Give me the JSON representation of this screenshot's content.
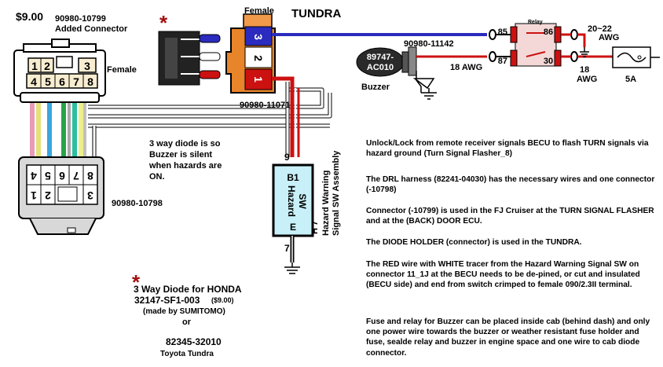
{
  "price": "$9.00",
  "added_connector": {
    "part": "90980-10799",
    "label": "Added Connector",
    "female": "Female",
    "pins_top": [
      "1",
      "2",
      "3"
    ],
    "pins_bottom": [
      "4",
      "5",
      "6",
      "7",
      "8"
    ]
  },
  "lower_connector": {
    "part": "90980-10798",
    "pins_top": [
      "4",
      "5",
      "6",
      "7",
      "8"
    ],
    "pins_bottom": [
      "1",
      "2",
      "3"
    ]
  },
  "tundra": {
    "title": "TUNDRA",
    "female": "Female",
    "part": "90980-11071",
    "pins": [
      "3",
      "2",
      "1"
    ]
  },
  "buzzer": {
    "part_line1": "89747-",
    "part_line2": "AC010",
    "connector_part": "90980-11142",
    "label": "Buzzer"
  },
  "relay": {
    "label": "Relay",
    "pins": [
      "85",
      "86",
      "87",
      "30"
    ]
  },
  "wires": {
    "awg_small": "20~22 AWG",
    "awg_18a": "18 AWG",
    "awg_18b": "18 AWG",
    "fuse": "5A"
  },
  "hazard_sw": {
    "pin_top": "9",
    "pin_b1": "B1",
    "name_line1": "Hazard",
    "name_line2": "SW",
    "pin_e": "E",
    "pin_bottom": "7",
    "h7": "H 7",
    "side_line1": "Hazard Warning",
    "side_line2": "Signal SW Assembly"
  },
  "diode_note": "3 way diode is so Buzzer is silent when hazards are ON.",
  "diode_parts": {
    "honda": "3 Way Diode for HONDA",
    "honda_part": "32147-SF1-003",
    "honda_price": "($9.00)",
    "maker": "(made by SUMITOMO)",
    "or": "or",
    "toyota_part": "82345-32010",
    "toyota": "Toyota Tundra"
  },
  "notes": [
    "Unlock/Lock from remote receiver signals BECU to flash TURN signals via hazard ground (Turn Signal Flasher_8)",
    "The DRL harness (82241-04030) has the necessary wires and one connector (-10798)",
    "Connector (-10799) is used in the FJ Cruiser at the TURN SIGNAL FLASHER and at the (BACK) DOOR ECU.",
    "The DIODE HOLDER (connector) is used in the TUNDRA.",
    "The RED wire with WHITE tracer from the Hazard Warning Signal SW on connector 11_1J at the BECU needs to be de-pined, or cut and insulated (BECU side) and end from switch crimped to female 090/2.3II terminal.",
    "Fuse and relay for Buzzer can be placed inside cab (behind dash) and only one power wire towards the buzzer or weather resistant fuse holder and fuse,  sealde relay and buzzer in engine space and one wire to cab diode connector."
  ],
  "colors": {
    "blue_wire": "#2b2bbf",
    "red_wire": "#cc1111",
    "connector_orange": "#e8842a",
    "hazard_box": "#c8f0f8"
  }
}
